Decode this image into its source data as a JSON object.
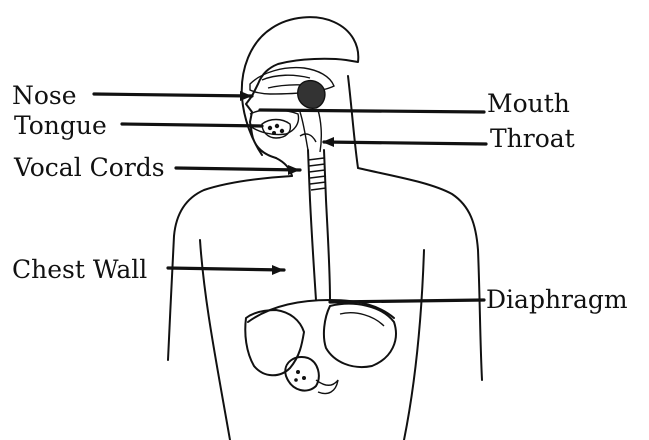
{
  "diagram": {
    "labels": {
      "nose": "Nose",
      "tongue": "Tongue",
      "vocal_cords": "Vocal Cords",
      "chest_wall": "Chest Wall",
      "mouth": "Mouth",
      "throat": "Throat",
      "diaphragm": "Diaphragm"
    }
  }
}
